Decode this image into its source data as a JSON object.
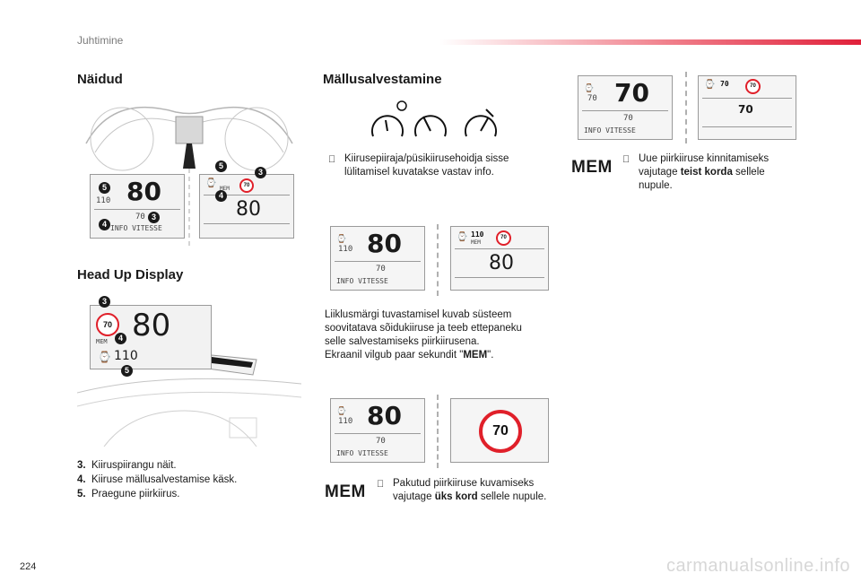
{
  "header": {
    "title": "Juhtimine"
  },
  "sections": {
    "naidud": "Näidud",
    "hud": "Head Up Display",
    "mallu": "Mällusalvestamine"
  },
  "bullet_symbol": "",
  "cluster": {
    "speed": "80",
    "limit": "110",
    "memo": "70",
    "info": "INFO VITESSE",
    "sign": "70",
    "mem": "MEM",
    "badges": [
      "5",
      "3",
      "4"
    ]
  },
  "hud": {
    "sign": "70",
    "speed": "80",
    "mem": "MEM",
    "limit": "110",
    "badges": [
      "3",
      "4",
      "5"
    ]
  },
  "legend": [
    {
      "num": "3.",
      "text": "Kiiruspiirangu näit."
    },
    {
      "num": "4.",
      "text": "Kiiruse mällusalvestamise käsk."
    },
    {
      "num": "5.",
      "text": "Praegune piirkiirus."
    }
  ],
  "mallu": {
    "step1": "Kiirusepiiraja/püsikiirusehoidja sisse lülitamisel kuvatakse vastav info.",
    "para_lines": [
      "Liiklusmärgi tuvastamisel kuvab süsteem",
      "soovitatava sõidukiiruse ja teeb ettepaneku",
      "selle salvestamiseks piirkiirusena."
    ],
    "para_last_pre": "Ekraanil vilgub paar sekundit \"",
    "para_last_bold": "MEM",
    "para_last_post": "\".",
    "mem_key": "MEM",
    "step2_line1": "Pakutud piirkiiruse kuvamiseks",
    "step2_pre": "vajutage ",
    "step2_bold": "üks kord",
    "step2_post": " sellele nupule.",
    "step3_line1": "Uue piirkiiruse kinnitamiseks",
    "step3_pre": "vajutage ",
    "step3_bold": "teist korda",
    "step3_post": " sellele",
    "step3_line3": "nupule."
  },
  "displays": {
    "speed": "80",
    "limit": "110",
    "memo": "70",
    "info": "INFO VITESSE",
    "sign": "70",
    "right_limit": "110",
    "right_mem": "MEM",
    "top_sign": "70",
    "top_limit": "70",
    "top_value": "70",
    "top_speed": "70"
  },
  "page_number": "224",
  "watermark": "carmanualsonline.info"
}
